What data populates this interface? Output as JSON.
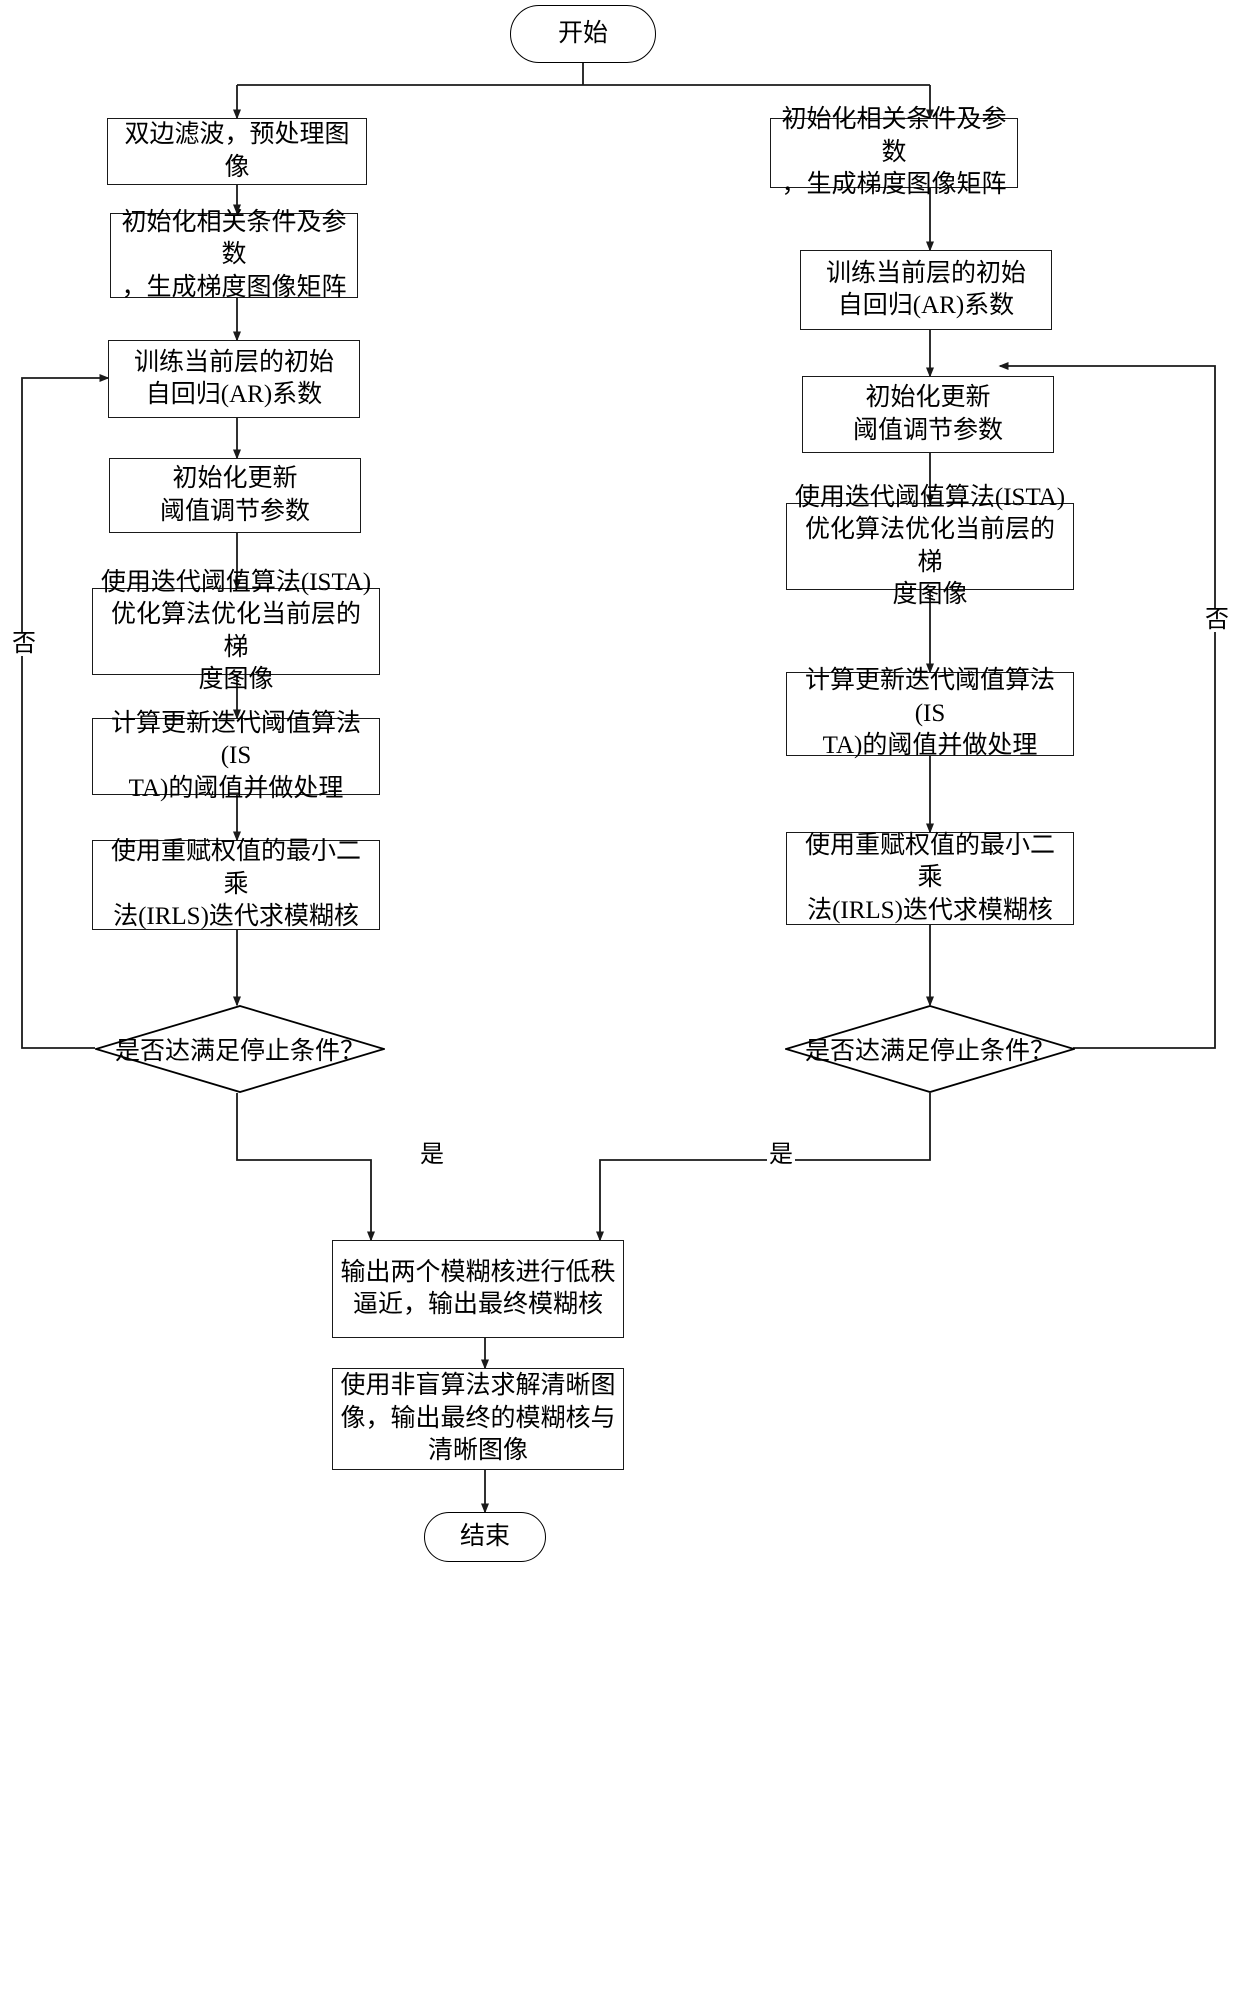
{
  "diagram": {
    "title": "图像去模糊算法流程图",
    "stroke_color": "#1a1a1a",
    "background_color": "#ffffff",
    "nodes": {
      "start": {
        "label": "开始",
        "shape": "terminator"
      },
      "left_1": {
        "label": "双边滤波，预处理图像",
        "shape": "process"
      },
      "left_2": {
        "label": "初始化相关条件及参数\n，生成梯度图像矩阵",
        "shape": "process"
      },
      "left_3": {
        "label": "训练当前层的初始\n自回归(AR)系数",
        "shape": "process"
      },
      "left_4": {
        "label": "初始化更新\n阈值调节参数",
        "shape": "process"
      },
      "left_5": {
        "label": "使用迭代阈值算法(ISTA)\n优化算法优化当前层的梯\n度图像",
        "shape": "process"
      },
      "left_6": {
        "label": "计算更新迭代阈值算法(IS\nTA)的阈值并做处理",
        "shape": "process"
      },
      "left_7": {
        "label": "使用重赋权值的最小二乘\n法(IRLS)迭代求模糊核",
        "shape": "process"
      },
      "left_decision": {
        "label": "是否达满足停止条件？",
        "shape": "decision"
      },
      "right_1": {
        "label": "初始化相关条件及参数\n，生成梯度图像矩阵",
        "shape": "process"
      },
      "right_2": {
        "label": "训练当前层的初始\n自回归(AR)系数",
        "shape": "process"
      },
      "right_3": {
        "label": "初始化更新\n阈值调节参数",
        "shape": "process"
      },
      "right_4": {
        "label": "使用迭代阈值算法(ISTA)\n优化算法优化当前层的梯\n度图像",
        "shape": "process"
      },
      "right_5": {
        "label": "计算更新迭代阈值算法(IS\nTA)的阈值并做处理",
        "shape": "process"
      },
      "right_6": {
        "label": "使用重赋权值的最小二乘\n法(IRLS)迭代求模糊核",
        "shape": "process"
      },
      "right_decision": {
        "label": "是否达满足停止条件？",
        "shape": "decision"
      },
      "merge_1": {
        "label": "输出两个模糊核进行低秩\n逼近，输出最终模糊核",
        "shape": "process"
      },
      "merge_2": {
        "label": "使用非盲算法求解清晰图\n像，输出最终的模糊核与\n清晰图像",
        "shape": "process"
      },
      "end": {
        "label": "结束",
        "shape": "terminator"
      }
    },
    "edge_labels": {
      "left_no": "否",
      "right_no": "否",
      "left_yes": "是",
      "right_yes": "是"
    }
  }
}
